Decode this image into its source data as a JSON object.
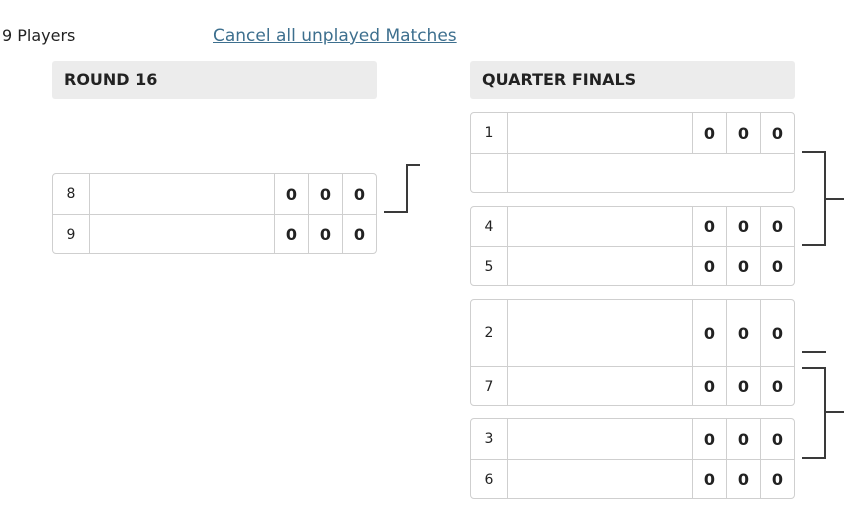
{
  "header": {
    "players_label": "9 Players",
    "cancel_link": "Cancel all unplayed Matches"
  },
  "rounds": [
    {
      "title": "ROUND 16",
      "matches": [
        {
          "players": [
            {
              "seed": "8",
              "name": "",
              "scores": [
                "0",
                "0",
                "0"
              ]
            },
            {
              "seed": "9",
              "name": "",
              "scores": [
                "0",
                "0",
                "0"
              ]
            }
          ]
        }
      ]
    },
    {
      "title": "QUARTER FINALS",
      "matches": [
        {
          "players": [
            {
              "seed": "1",
              "name": "",
              "scores": [
                "0",
                "0",
                "0"
              ]
            },
            {
              "seed": "",
              "name": "",
              "scores": []
            }
          ]
        },
        {
          "players": [
            {
              "seed": "4",
              "name": "",
              "scores": [
                "0",
                "0",
                "0"
              ]
            },
            {
              "seed": "5",
              "name": "",
              "scores": [
                "0",
                "0",
                "0"
              ]
            }
          ]
        },
        {
          "players": [
            {
              "seed": "2",
              "name": "",
              "scores": [
                "0",
                "0",
                "0"
              ]
            },
            {
              "seed": "7",
              "name": "",
              "scores": [
                "0",
                "0",
                "0"
              ]
            }
          ]
        },
        {
          "players": [
            {
              "seed": "3",
              "name": "",
              "scores": [
                "0",
                "0",
                "0"
              ]
            },
            {
              "seed": "6",
              "name": "",
              "scores": [
                "0",
                "0",
                "0"
              ]
            }
          ]
        }
      ]
    }
  ]
}
